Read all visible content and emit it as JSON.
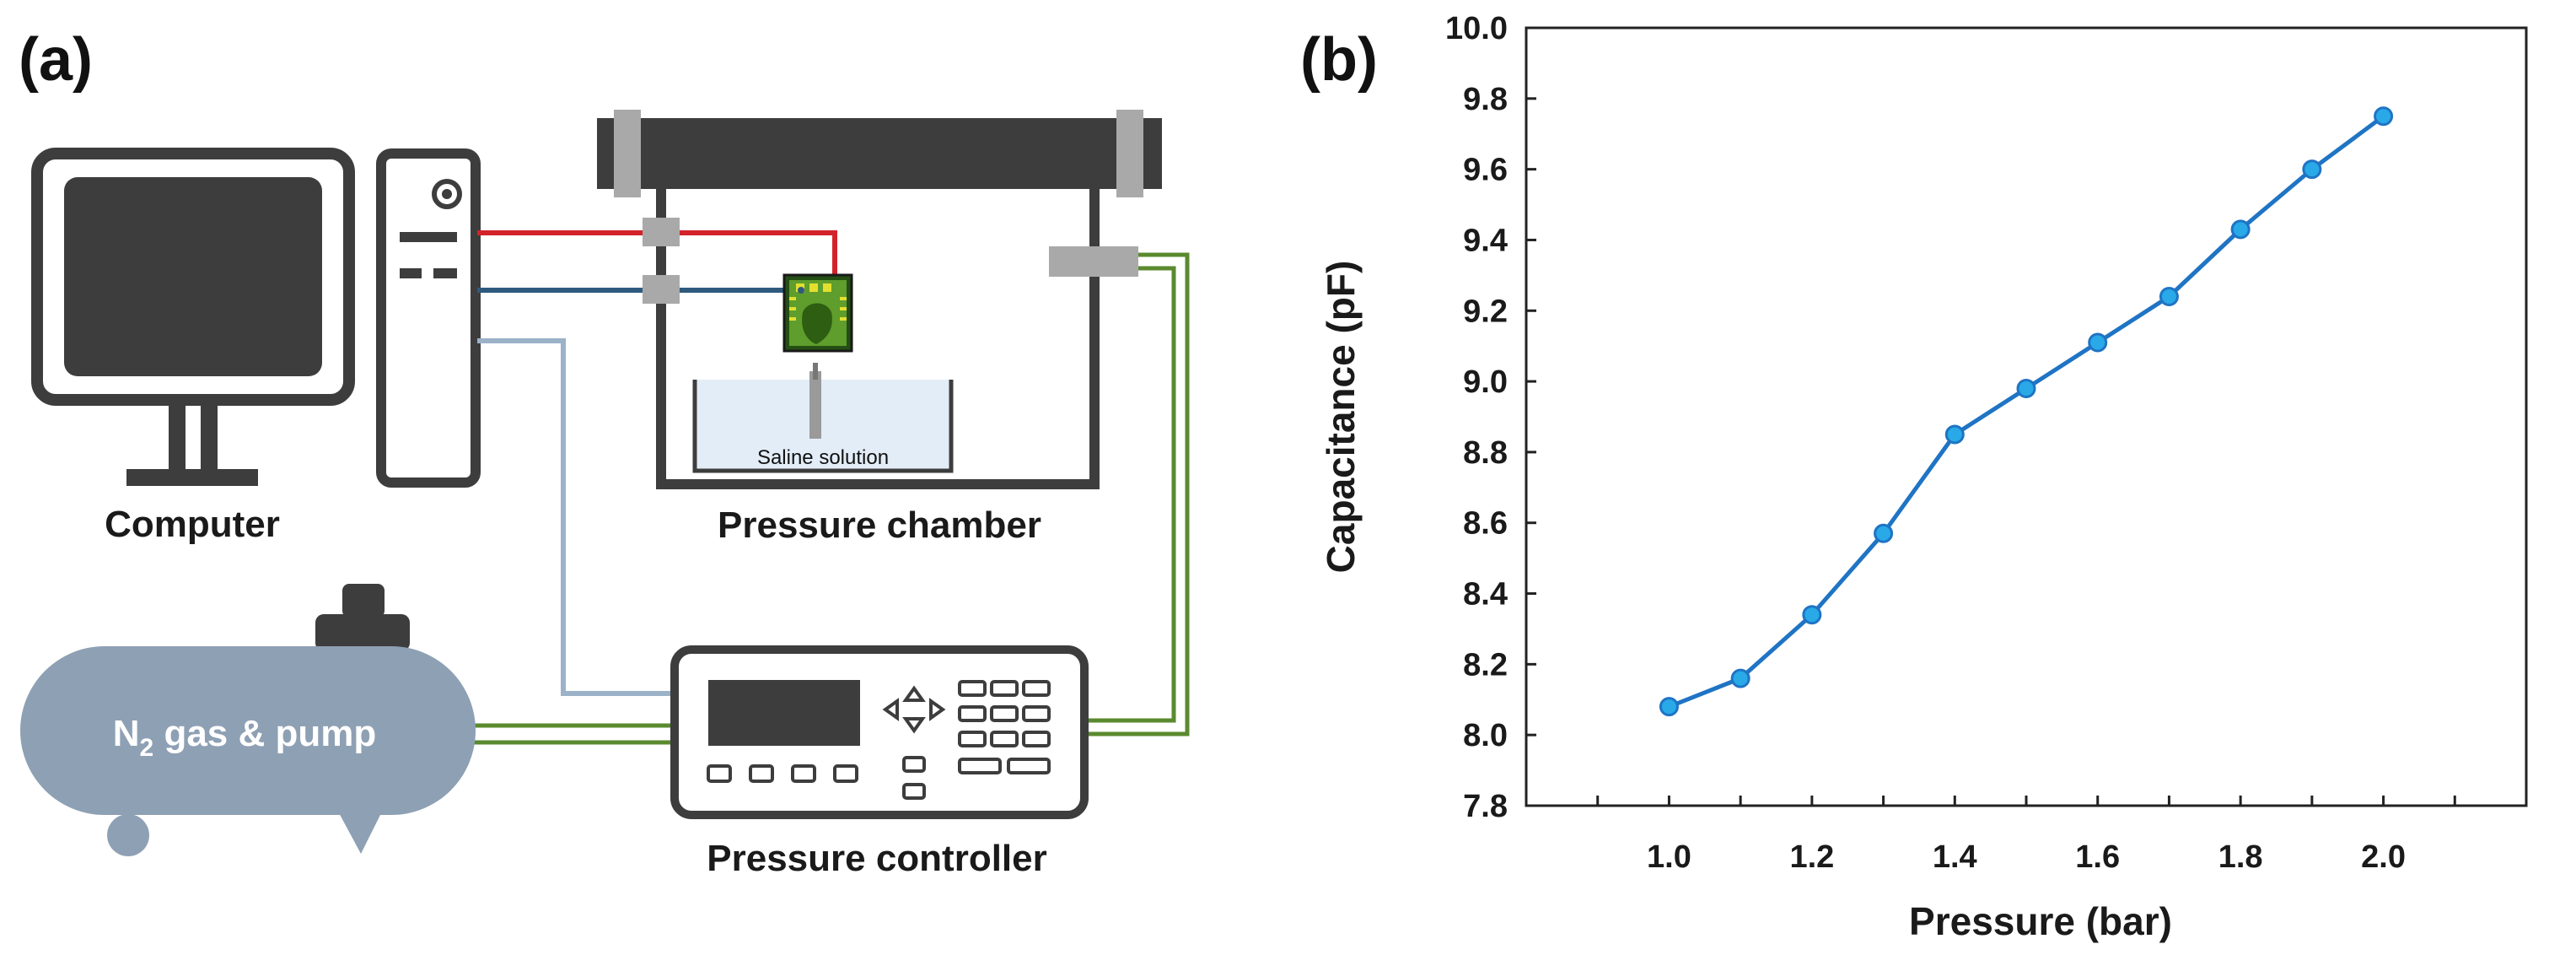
{
  "panel_a": {
    "label": "(a)",
    "computer_label": "Computer",
    "chamber_label": "Pressure chamber",
    "saline_label": "Saline solution",
    "gas_label_prefix": "N",
    "gas_label_sub": "2",
    "gas_label_suffix": " gas & pump",
    "controller_label": "Pressure controller"
  },
  "panel_b": {
    "label": "(b)"
  },
  "colors": {
    "dark": "#3d3d3d",
    "red_wire": "#d2232a",
    "blue_wire": "#2f5a7e",
    "light_blue_wire": "#9bb2c8",
    "green_tube": "#5a8a2e",
    "tank": "#8ea0b4",
    "line": "#1f74c4",
    "marker": "#29a9e8"
  },
  "chart_data": {
    "type": "line",
    "xlabel": "Pressure (bar)",
    "ylabel": "Capacitance (pF)",
    "xlim": [
      0.8,
      2.2
    ],
    "ylim": [
      7.8,
      10.0
    ],
    "xticks": [
      1.0,
      1.2,
      1.4,
      1.6,
      1.8,
      2.0
    ],
    "yticks": [
      7.8,
      8.0,
      8.2,
      8.4,
      8.6,
      8.8,
      9.0,
      9.2,
      9.4,
      9.6,
      9.8,
      10.0
    ],
    "grid": false,
    "series": [
      {
        "x": [
          1.0,
          1.1,
          1.2,
          1.3,
          1.4,
          1.5,
          1.6,
          1.7,
          1.8,
          1.9,
          2.0
        ],
        "y": [
          8.08,
          8.16,
          8.34,
          8.57,
          8.85,
          8.98,
          9.11,
          9.24,
          9.43,
          9.6,
          9.75
        ]
      }
    ]
  }
}
